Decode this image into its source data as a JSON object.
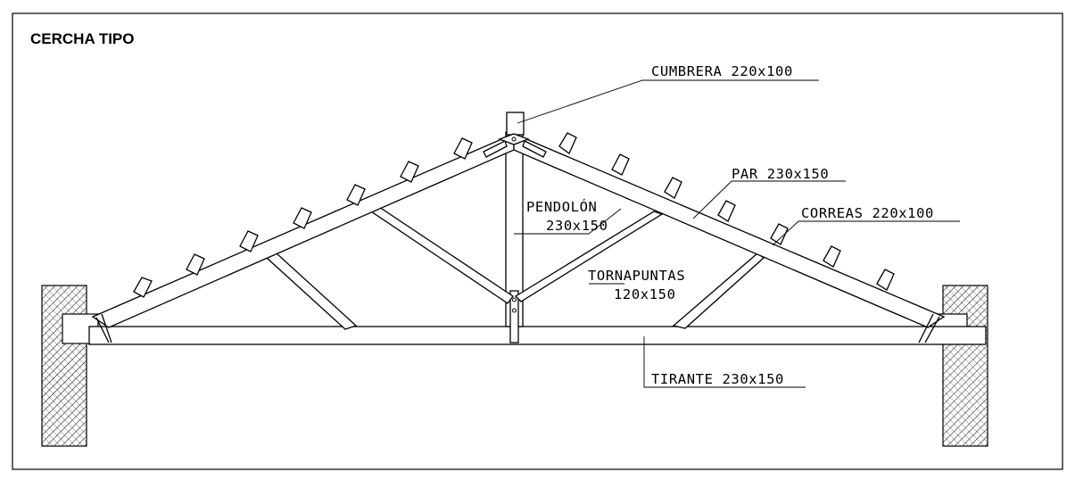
{
  "title": "CERCHA TIPO",
  "labels": {
    "cumbrera": "CUMBRERA 220x100",
    "par": "PAR 230x150",
    "correas": "CORREAS 220x100",
    "pendolon_name": "PENDOLÓN",
    "pendolon_size": "230x150",
    "tornapuntas_name": "TORNAPUNTAS",
    "tornapuntas_size": "120x150",
    "tirante": "TIRANTE 230x150"
  }
}
